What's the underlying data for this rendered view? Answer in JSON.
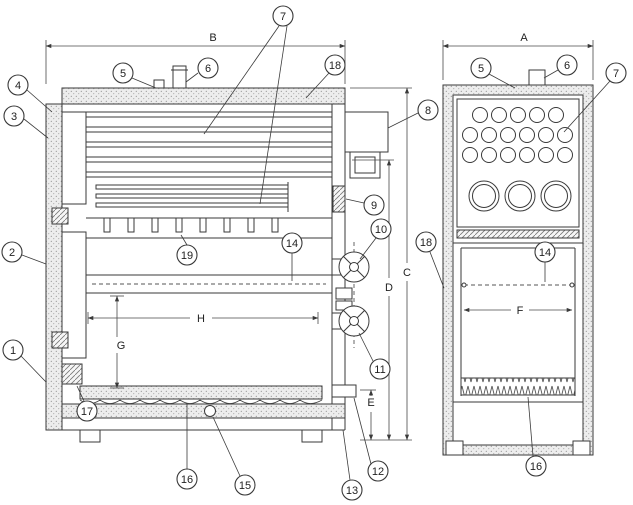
{
  "diagram": {
    "callouts": {
      "n1": "1",
      "n2": "2",
      "n3": "3",
      "n4": "4",
      "n5": "5",
      "n6": "6",
      "n7": "7",
      "n8": "8",
      "n9": "9",
      "n10": "10",
      "n11": "11",
      "n12": "12",
      "n13": "13",
      "n14": "14",
      "n15": "15",
      "n16": "16",
      "n17": "17",
      "n18": "18",
      "n19": "19"
    },
    "dimensions": {
      "A": "A",
      "B": "B",
      "C": "C",
      "D": "D",
      "E": "E",
      "F": "F",
      "G": "G",
      "H": "H"
    },
    "colors": {
      "line": "#3a3a3a",
      "fill": "#ffffff",
      "insulation": "#ededed"
    }
  }
}
